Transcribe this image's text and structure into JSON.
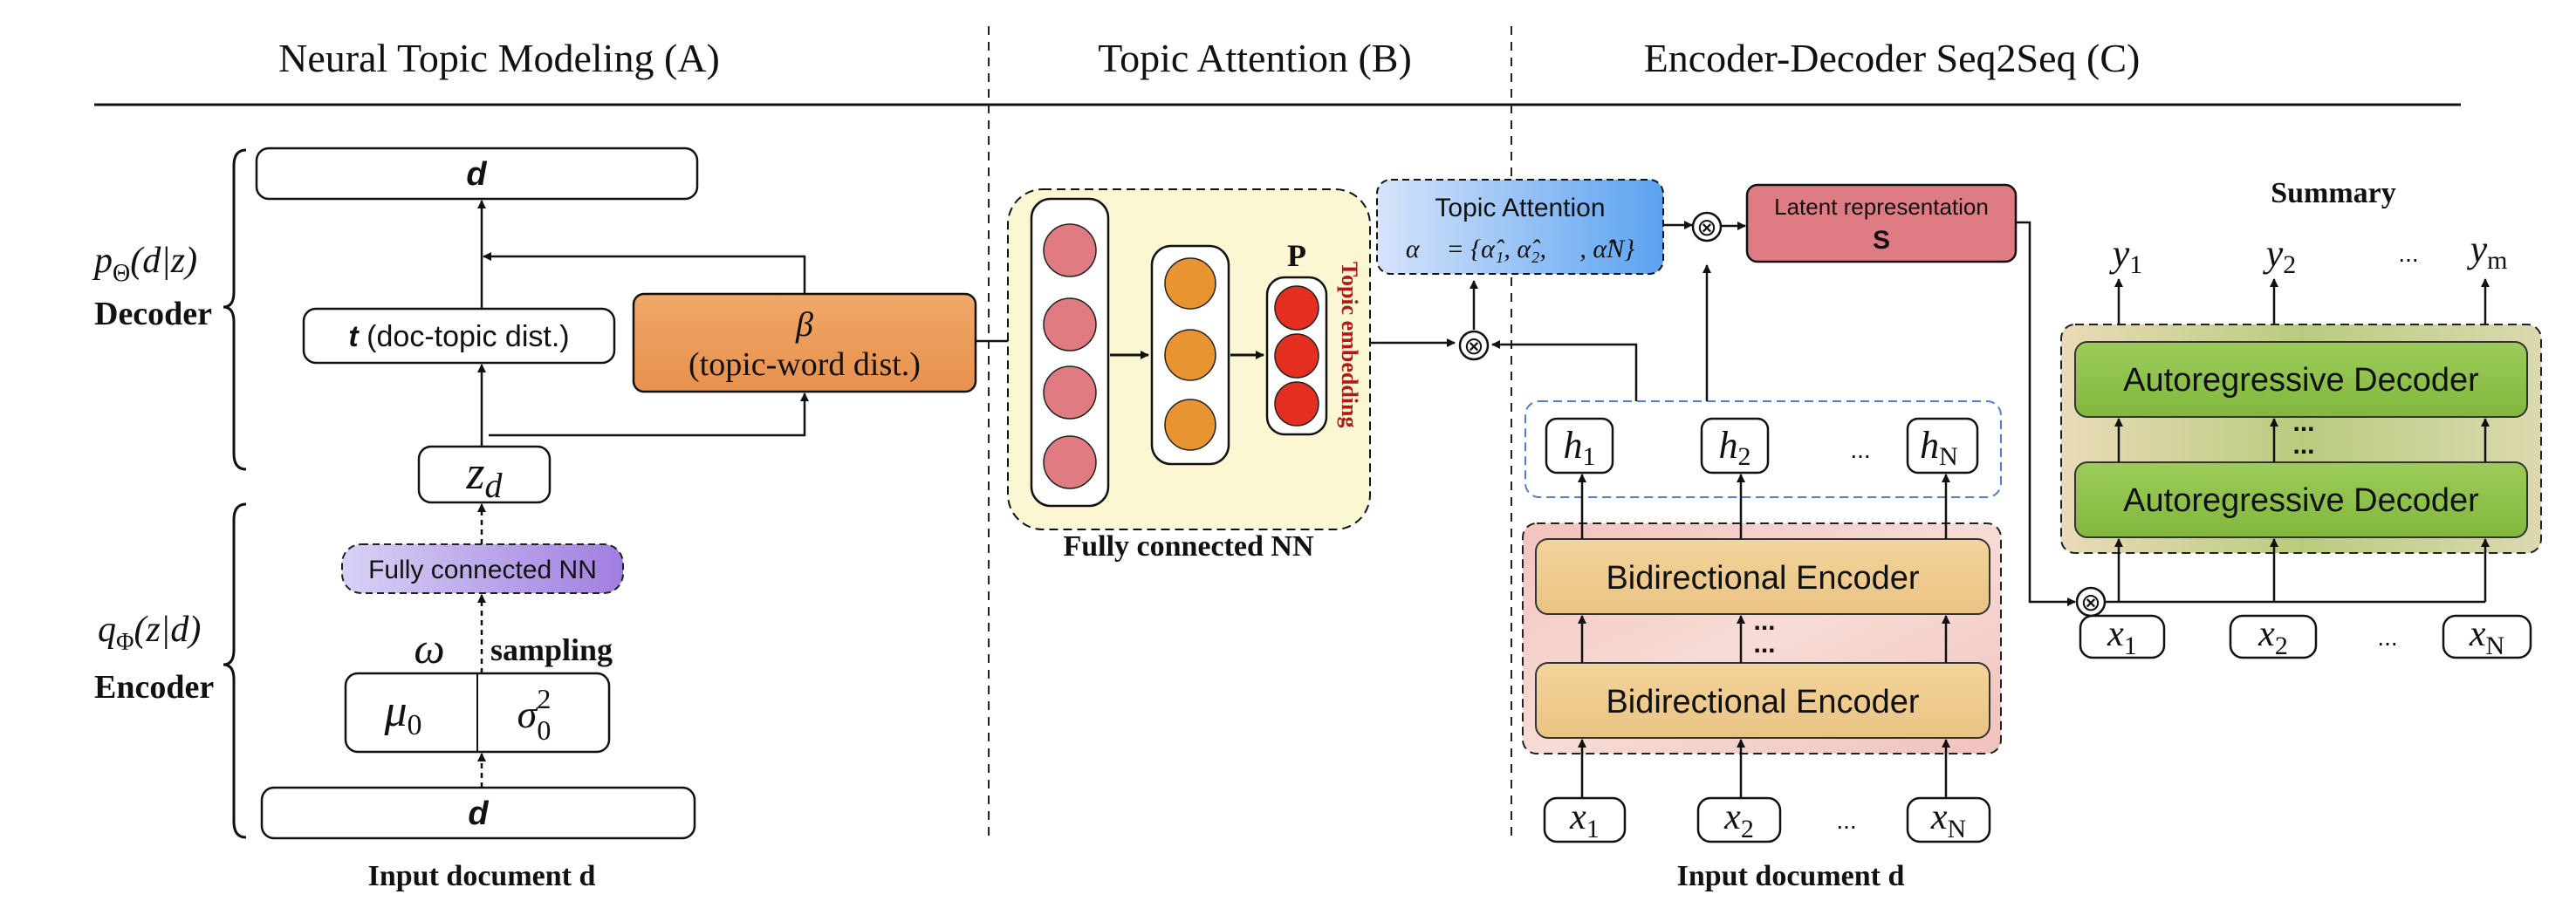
{
  "headers": {
    "a": "Neural Topic Modeling (A)",
    "b": "Topic Attention (B)",
    "c": "Encoder-Decoder Seq2Seq (C)"
  },
  "ntm": {
    "decoder_math": "p",
    "decoder_math_sub": "Θ",
    "decoder_math_tail": "(d|z)",
    "decoder_label": "Decoder",
    "encoder_math": "q",
    "encoder_math_sub": "Φ",
    "encoder_math_tail": "(z|d)",
    "encoder_label": "Encoder",
    "d_top": "d",
    "t_bold": "t",
    "t_rest": " (doc-topic dist.)",
    "beta_symbol": "β",
    "beta_text": "(topic-word dist.)",
    "z": "z",
    "z_sub": "d",
    "fc": "Fully connected NN",
    "omega": "ω",
    "sampling": "sampling",
    "mu": "μ",
    "mu_sub": "0",
    "sigma": "σ",
    "sigma_sub": "0",
    "sigma_sup": "2",
    "d_bottom": "d",
    "input_label": "Input document d"
  },
  "attention": {
    "P": "P",
    "topic_embedding": "Topic embedding",
    "fc_label": "Fully connected NN",
    "title": "Topic Attention",
    "formula": "α⃗ = {α̂₁, α̂₂, ⋯ , α̂N}"
  },
  "seq2seq": {
    "latent_title": "Latent representation",
    "latent_symbol": "S",
    "summary": "Summary",
    "y": [
      "y",
      "y",
      "y"
    ],
    "y_sub": [
      "1",
      "2",
      "m"
    ],
    "ellipsis": "...",
    "autoregressive": "Autoregressive Decoder",
    "dots": "...",
    "h": [
      "h",
      "h",
      "h"
    ],
    "h_sub": [
      "1",
      "2",
      "N"
    ],
    "bidirectional": "Bidirectional Encoder",
    "x": [
      "x",
      "x",
      "x"
    ],
    "x_sub": [
      "1",
      "2",
      "N"
    ],
    "input_label": "Input document d",
    "otimes": "⊗"
  }
}
